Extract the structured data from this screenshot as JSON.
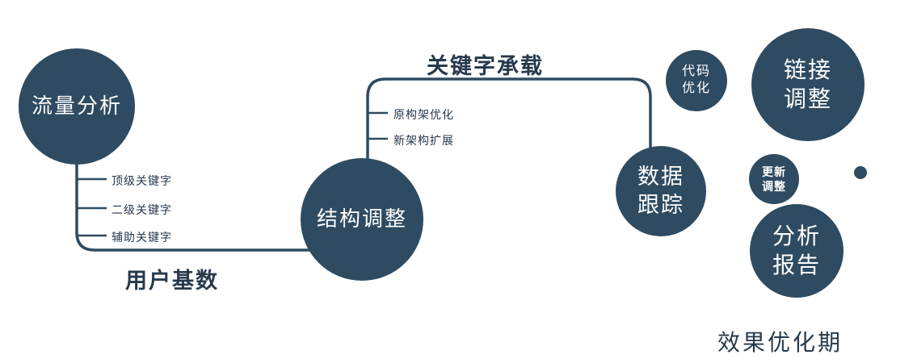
{
  "colors": {
    "node_fill": "#2e4b61",
    "line": "#2e4b61",
    "dark_text": "#26394c",
    "node_text": "#ffffff"
  },
  "nodes": {
    "traffic": {
      "label": "流量分析"
    },
    "structure": {
      "label": "结构调整"
    },
    "tracking": {
      "line1": "数据",
      "line2": "跟踪"
    },
    "code": {
      "line1": "代码",
      "line2": "优化"
    },
    "link": {
      "line1": "链接",
      "line2": "调整"
    },
    "update": {
      "line1": "更新",
      "line2": "调整"
    },
    "report": {
      "line1": "分析",
      "line2": "报告"
    }
  },
  "edge_labels": {
    "keyword_carry": "关键字承载",
    "user_base": "用户基数"
  },
  "branch_labels": {
    "traffic": [
      "顶级关键字",
      "二级关键字",
      "辅助关键字"
    ],
    "structure": [
      "原构架优化",
      "新架构扩展"
    ]
  },
  "footer_label": "效果优化期"
}
